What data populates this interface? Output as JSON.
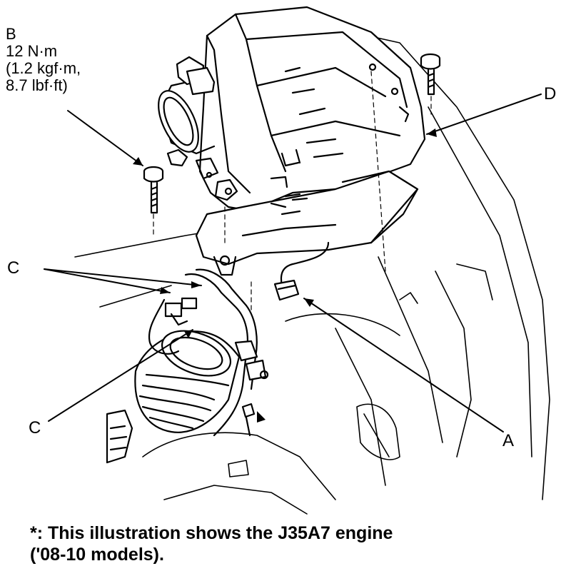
{
  "callouts": {
    "b": {
      "letter": "B",
      "torque_nm": "12 N·m",
      "torque_kgf": "(1.2 kgf·m,",
      "torque_lbf": "8.7 lbf·ft)"
    },
    "c_upper": "C",
    "c_lower": "C",
    "d": "D",
    "a": "A"
  },
  "caption": {
    "line1": "*: This illustration shows the J35A7 engine",
    "line2": "('08-10 models)."
  }
}
